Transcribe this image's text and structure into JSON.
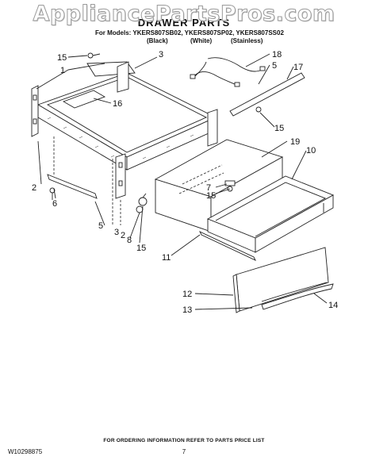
{
  "watermark": "AppliancePartsPros.com",
  "title": "DRAWER PARTS",
  "models_line": "For Models: YKERS807SB02, YKERS807SP02, YKERS807SS02",
  "variants": {
    "black": "(Black)",
    "white": "(White)",
    "stainless": "(Stainless)"
  },
  "callouts": [
    "15",
    "1",
    "3",
    "16",
    "18",
    "5",
    "17",
    "15",
    "19",
    "10",
    "2",
    "6",
    "7",
    "15",
    "5",
    "3",
    "2",
    "8",
    "15",
    "11",
    "12",
    "13",
    "14"
  ],
  "footer": "FOR ORDERING INFORMATION REFER TO PARTS PRICE LIST",
  "doc_number": "W10298875",
  "page_number": "7"
}
